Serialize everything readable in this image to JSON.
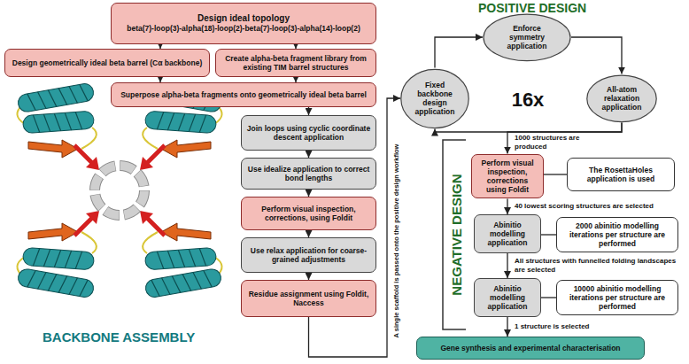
{
  "diagram": {
    "nodes": [
      {
        "text": [
          "Design ideal topology",
          "beta(7)-loop(3)-alpha(18)-loop(2)-beta(7)-loop(3)-alpha(14)-loop(2)"
        ]
      },
      {
        "text": [
          "Design geometrically ideal beta barrel (Cα backbone)"
        ]
      },
      {
        "text": [
          "Create alpha-beta fragment library from existing TIM barrel structures"
        ]
      },
      {
        "text": [
          "Superpose alpha-beta fragments onto geometrically ideal beta barrel"
        ]
      },
      {
        "text": [
          "Join loops using cyclic coordinate descent application"
        ]
      },
      {
        "text": [
          "Use idealize application to correct bond lengths"
        ]
      },
      {
        "text": [
          "Perform visual inspection, corrections, using Foldit"
        ]
      },
      {
        "text": [
          "Use relax application for coarse-grained adjustments"
        ]
      },
      {
        "text": [
          "Residue assignment using Foldit, Naccess"
        ]
      },
      {
        "text": [
          "Enforce symmetry application"
        ]
      },
      {
        "text": [
          "Fixed backbone design application"
        ]
      },
      {
        "text": [
          "All-atom relaxation application"
        ]
      },
      {
        "text": [
          "Perform visual inspection, corrections using Foldit"
        ]
      },
      {
        "text": [
          "The RosettaHoles application is used"
        ]
      },
      {
        "text": [
          "Abinitio modelling application"
        ]
      },
      {
        "text": [
          "2000 abinitio modelling iterations per structure are performed"
        ]
      },
      {
        "text": [
          "Abinitio modelling application"
        ]
      },
      {
        "text": [
          "10000 abinitio modelling iterations per structure are performed"
        ]
      },
      {
        "text": [
          "Gene synthesis and experimental characterisation"
        ]
      }
    ],
    "edges": [
      {
        "from": 0,
        "to": 1,
        "arrow": "to"
      },
      {
        "from": 0,
        "to": 2,
        "arrow": "to"
      },
      {
        "from": 1,
        "to": 3,
        "arrow": "to"
      },
      {
        "from": 2,
        "to": 3,
        "arrow": "to"
      },
      {
        "from": 3,
        "to": 4,
        "arrow": "to"
      },
      {
        "from": 4,
        "to": 5,
        "arrow": "to"
      },
      {
        "from": 5,
        "to": 6,
        "arrow": "to"
      },
      {
        "from": 6,
        "to": 7,
        "arrow": "to"
      },
      {
        "from": 7,
        "to": 8,
        "arrow": "to"
      },
      {
        "from": 8,
        "to": 10,
        "arrow": "to",
        "label": "A single scaffold is passed onto the positive design workflow"
      },
      {
        "from": 10,
        "to": 9,
        "arrow": "to"
      },
      {
        "from": 9,
        "to": 11,
        "arrow": "to"
      },
      {
        "from": 11,
        "to": 10,
        "arrow": "to"
      },
      {
        "from": 11,
        "to": 12,
        "arrow": "to",
        "label": "1000 structures are produced"
      },
      {
        "from": 12,
        "to": 13,
        "arrow": "none"
      },
      {
        "from": 12,
        "to": 14,
        "arrow": "to",
        "label": "40 lowest scoring structures are selected"
      },
      {
        "from": 14,
        "to": 15,
        "arrow": "none"
      },
      {
        "from": 14,
        "to": 16,
        "arrow": "to",
        "label": "All structures with funnelled folding landscapes are selected"
      },
      {
        "from": 16,
        "to": 17,
        "arrow": "none"
      },
      {
        "from": 16,
        "to": 18,
        "arrow": "to",
        "label": "1 structure is selected"
      }
    ],
    "labels": [
      "POSITIVE DESIGN",
      "16x",
      "NEGATIVE DESIGN",
      "BACKBONE ASSEMBLY"
    ]
  }
}
